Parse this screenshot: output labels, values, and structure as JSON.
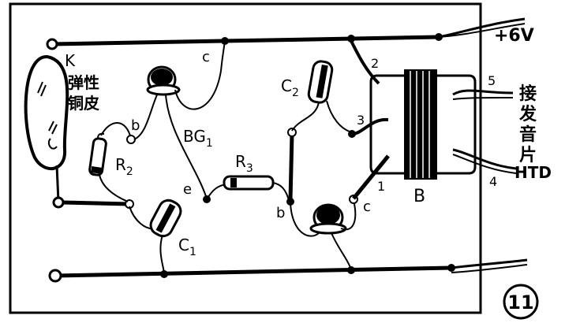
{
  "labels": {
    "supply": "+6V",
    "k": "K",
    "spring_line1": "弹性",
    "spring_line2": "铜皮",
    "c_top": "c",
    "bg1": "BG",
    "bg1_sub": "1",
    "b_left": "b",
    "r2": "R",
    "r2_sub": "2",
    "e": "e",
    "r3": "R",
    "r3_sub": "3",
    "c2": "C",
    "c2_sub": "2",
    "c1": "C",
    "c1_sub": "1",
    "b_mid": "b",
    "c_right": "c",
    "pin2": "2",
    "pin3": "3",
    "pin1": "1",
    "pin5": "5",
    "pin4": "4",
    "transformer": "B",
    "earpiece_chars": [
      "接",
      "发",
      "音",
      "片"
    ],
    "htd": "HTD",
    "figure_number": "11"
  }
}
